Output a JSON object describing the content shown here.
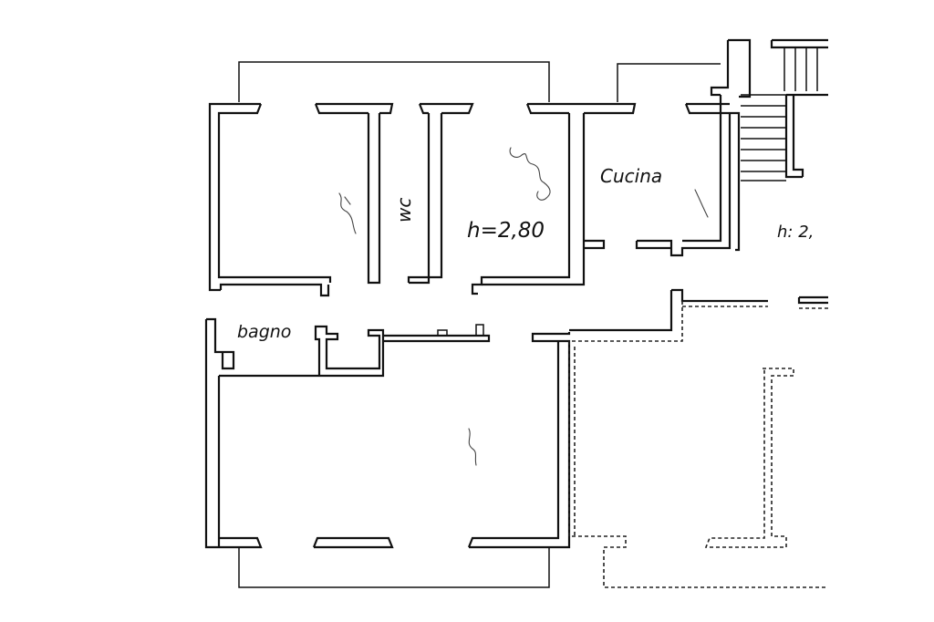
{
  "plan": {
    "labels": {
      "wc": "wc",
      "kitchen": "Cucina",
      "height_main": "h=2,80",
      "height_right": "h: 2,",
      "bath": "bagno"
    }
  }
}
